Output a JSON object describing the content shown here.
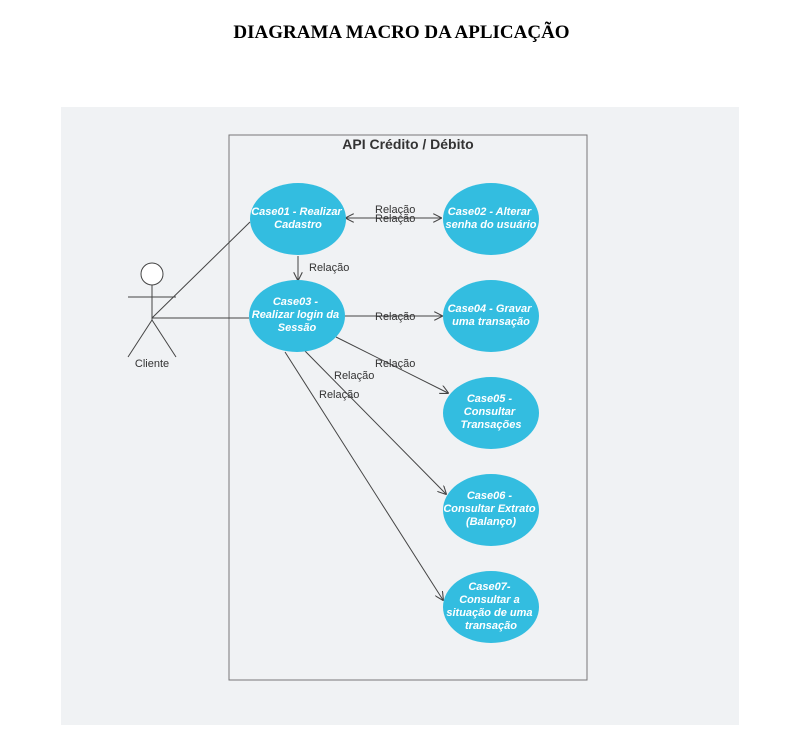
{
  "title": "DIAGRAMA MACRO DA APLICAÇÃO",
  "system_boundary": {
    "title": "API Crédito / Débito"
  },
  "actor": {
    "name": "Cliente"
  },
  "use_cases": [
    {
      "id": "case01",
      "lines": [
        "Case01 - Realizar",
        "Cadastro"
      ]
    },
    {
      "id": "case02",
      "lines": [
        "Case02 - Alterar",
        "senha do usuário"
      ]
    },
    {
      "id": "case03",
      "lines": [
        "Case03 -",
        "Realizar login da",
        "Sessão"
      ]
    },
    {
      "id": "case04",
      "lines": [
        "Case04 - Gravar",
        "uma transação"
      ]
    },
    {
      "id": "case05",
      "lines": [
        "Case05 -",
        "Consultar",
        "Transações"
      ]
    },
    {
      "id": "case06",
      "lines": [
        "Case06 -",
        "Consultar Extrato",
        "(Balanço)"
      ]
    },
    {
      "id": "case07",
      "lines": [
        "Case07-",
        "Consultar a",
        "situação de uma",
        "transação"
      ]
    }
  ],
  "relations": [
    {
      "from": "case01",
      "to": "case02",
      "label": "Relação"
    },
    {
      "from": "case02",
      "to": "case01",
      "label": "Relação"
    },
    {
      "from": "case01",
      "to": "case03",
      "label": "Relação"
    },
    {
      "from": "case03",
      "to": "case04",
      "label": "Relação"
    },
    {
      "from": "case03",
      "to": "case05",
      "label": "Relação"
    },
    {
      "from": "case03",
      "to": "case06",
      "label": "Relação"
    },
    {
      "from": "case03",
      "to": "case07",
      "label": "Relação"
    }
  ],
  "colors": {
    "use_case_fill": "#33bde0",
    "canvas_background": "#f0f2f4",
    "line": "#444444"
  }
}
